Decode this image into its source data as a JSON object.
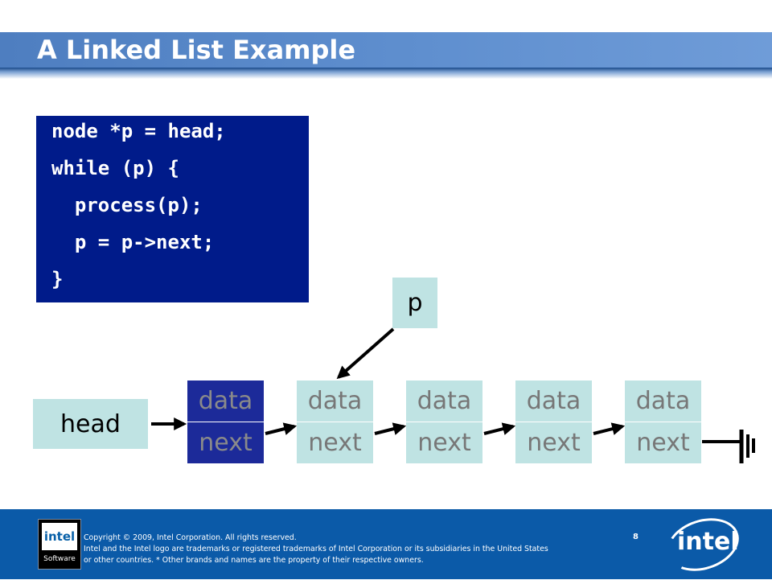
{
  "slide": {
    "title": "A Linked List Example",
    "page_number": "8"
  },
  "code": {
    "lines": [
      "node *p = head;",
      "while (p) {",
      "  process(p);",
      "  p = p->next;",
      "}"
    ]
  },
  "diagram": {
    "head_label": "head",
    "pointer_label": "p",
    "nodes": [
      {
        "data": "data",
        "next": "next",
        "highlighted": true
      },
      {
        "data": "data",
        "next": "next",
        "highlighted": false
      },
      {
        "data": "data",
        "next": "next",
        "highlighted": false
      },
      {
        "data": "data",
        "next": "next",
        "highlighted": false
      },
      {
        "data": "data",
        "next": "next",
        "highlighted": false
      }
    ],
    "terminator": "ground-symbol"
  },
  "footer": {
    "copyright": "Copyright © 2009, Intel Corporation. All rights reserved.",
    "trademark_line1": "Intel and the Intel logo are trademarks or registered trademarks of Intel Corporation or its subsidiaries in the United States",
    "trademark_line2": "or other countries. * Other brands and names are the property of their respective owners.",
    "software_logo_chip": "intel",
    "software_logo_text": "Software",
    "intel_logo_text": "intel"
  },
  "colors": {
    "title_bar": "#5a88c8",
    "code_background": "#001b8a",
    "node_fill": "#bfe3e3",
    "node_active_fill": "#1c2a99",
    "node_text": "#777777",
    "footer_background": "#0b5aa8"
  }
}
